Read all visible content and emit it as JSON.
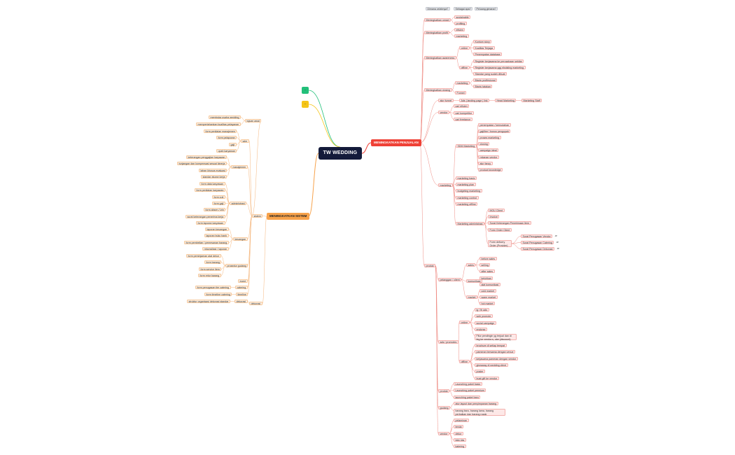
{
  "root": "TW WEDDING",
  "branch_a": "-",
  "branch_b": "-",
  "right": {
    "title": "MENINGKATKAN PENJUALAN",
    "top_tags": [
      "Dimana celahnya?",
      "Sebagai apa?",
      "Peluang gimana?"
    ],
    "groups": [
      {
        "label": "Meningkatkan omset",
        "items": [
          "sustainable",
          "profiting"
        ]
      },
      {
        "label": "Meningkatkan profit",
        "items": [
          "efisien",
          "marketing"
        ]
      },
      {
        "label": "Meningkatkan awareness",
        "subs": [
          {
            "label": "online",
            "items": [
              "Kuntum story",
              "Kualitas Terjaga",
              "Penempatan database"
            ]
          },
          {
            "label": "offline",
            "items": [
              "Register kerjasama ke perusahaan sekitar",
              "Register kerjasama ygg eksisting marketing",
              "Standar yang sudah dibuat"
            ]
          }
        ]
      },
      {
        "label": "Meningkatkan closing",
        "subs": [
          {
            "label": "marketing",
            "items": [
              "Bisnis proffesional",
              "Bisnis tatakan"
            ]
          },
          {
            "label": "Funnel",
            "items": []
          }
        ]
      }
    ],
    "funnel_row": [
      "alur funnel",
      "Ads | landing page | link",
      "Head Marketing",
      "Marketing Staff"
    ],
    "vendor": {
      "label": "vendor",
      "items": [
        "cari efisien",
        "cari kompetitor",
        "cari freelance"
      ]
    },
    "marketing": {
      "label": "marketing",
      "sub_label": "SDM Marketing",
      "sub_items": [
        "penempatan / kemudahan",
        "gaji/fee / bonus pengupah",
        "proses marketing",
        "closing",
        "campaign ideal",
        "rekanan vendor",
        "alur fancy",
        "product knowledge"
      ],
      "items": [
        "marketing basic",
        "marketing plan",
        "budgeting marketing",
        "marketing control",
        "marketing offline"
      ],
      "admin_label": "Marketing administrasi",
      "admin_items": [
        "MOU Client",
        "Invoice",
        "Surat Keterangan Penerimaan Item",
        "Form Order Client"
      ],
      "form_label": "Form delivery Order (Provider)",
      "form_items": [
        "Surat Penugasan Vendor",
        "Surat Penugasan Catering",
        "Surat Penugasan Dekorasi"
      ],
      "form_badges": [
        "JP",
        "JP",
        "JP"
      ]
    },
    "produk_label": "produk",
    "pelanggan": {
      "label": "pelanggan / client",
      "subs": [
        {
          "label": "sales",
          "items": [
            "before sales",
            "selling",
            "after sales"
          ]
        },
        {
          "label": "komunikasi",
          "items": [
            "keluhkan",
            "alat komunikasi"
          ]
        },
        {
          "label": "market",
          "items": [
            "cold market",
            "warm market",
            "hot market"
          ]
        }
      ]
    },
    "ads": {
      "label": "ads / promotes",
      "subs": [
        {
          "label": "online",
          "items": [
            "ig / fb ads",
            "web promote",
            "social campaign",
            "endorse",
            "Fitur pendingin yg terjual dan di feg ke vendor.s, oke (discount)"
          ]
        },
        {
          "label": "offline",
          "items": [
            "brochure di setiap tempat",
            "pameran bersama dengan venue",
            "kerjasama pameran dengan vendor",
            "giveaway di wedding client",
            "poster",
            "buat gift ke vendor"
          ]
        }
      ]
    },
    "produk": {
      "label": "produk",
      "items": [
        "Launching paket basic",
        "Launching paket premium",
        "launching paket baru"
      ]
    },
    "gudang": {
      "label": "gudang",
      "items": [
        "atur layout dan penyimpanan barang",
        "barang baru, barang lama, barang perbaikan dan barang rusak"
      ]
    },
    "vendor2": {
      "label": "vendor",
      "items": [
        "pelaminan",
        "tenda",
        "dekor",
        "tata rias",
        "katering"
      ]
    }
  },
  "left": {
    "title": "MENINGKATKAN SISTEM",
    "groups": [
      {
        "label": "tujuan awal",
        "items": [
          "membuka usaha wedding",
          "mempertahankan kualitas pelayanan"
        ]
      },
      {
        "label": "sdm",
        "items": [
          "form penilaian manajemen",
          "form pelaporan",
          "gaji",
          "upah karyawan"
        ]
      },
      {
        "label": "manajemen",
        "items": [
          "keterangan penggajian karyawan",
          "tunjangan dan kompensasi sesuai kinerja",
          "lahan khusus evaluasi",
          "standar aturan kerja"
        ]
      },
      {
        "label": "administrasi",
        "items": [
          "form data karyawan",
          "form penilaian karyawan",
          "form cuti",
          "form gaji",
          "form absen / izin",
          "surat keterangan penerima kerja",
          "form laporan karyawan"
        ]
      },
      {
        "label": "keuangan",
        "items": [
          "laporan keuangan",
          "laporan buku bank",
          "form pembelian / pemesanan barang",
          "rekonsiliasi / laporan"
        ]
      },
      {
        "label": "prosedur gudang",
        "items": [
          "form peminjaman alat dekor",
          "form barang",
          "form service item",
          "form retur barang"
        ]
      },
      {
        "label": "",
        "items": [
          "event"
        ]
      },
      {
        "label": "catering",
        "items": [
          "form penugasan tim catering"
        ]
      },
      {
        "label": "timeline",
        "items": [
          "form timeline catering"
        ]
      },
      {
        "label": "dekorasi",
        "items": [
          "struktur organisasi dekorasi standar"
        ]
      }
    ],
    "mid_labels": [
      "sistem",
      "dekorasi"
    ]
  }
}
